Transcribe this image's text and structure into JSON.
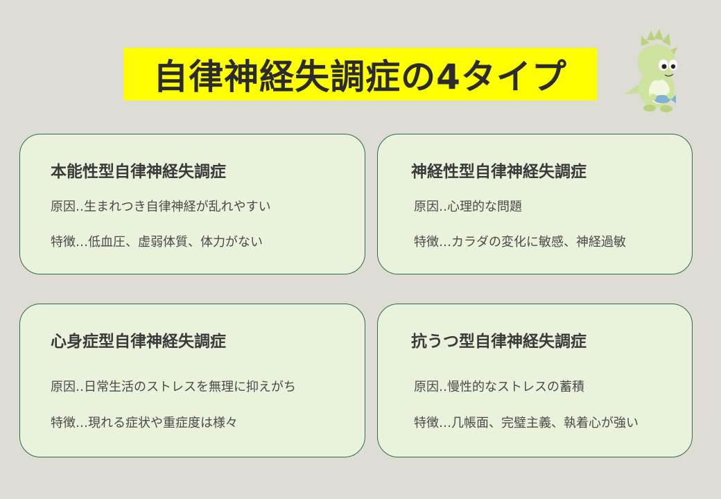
{
  "title": "自律神経失調症の4タイプ",
  "colors": {
    "background": "#dddcd5",
    "title_highlight": "#ffff00",
    "card_fill": "#e9f2db",
    "card_border": "#2f6b4a"
  },
  "mascot": {
    "icon": "dinosaur-mascot-icon"
  },
  "cards": [
    {
      "title": "本能性型自律神経失調症",
      "cause": "原因‥生まれつき自律神経が乱れやすい",
      "feature": "特徴…低血圧、虚弱体質、体力がない"
    },
    {
      "title": "神経性型自律神経失調症",
      "cause": "原因‥心理的な問題",
      "feature": "特徴…カラダの変化に敏感、神経過敏"
    },
    {
      "title": "心身症型自律神経失調症",
      "cause": "原因‥日常生活のストレスを無理に抑えがち",
      "feature": "特徴…現れる症状や重症度は様々"
    },
    {
      "title": "抗うつ型自律神経失調症",
      "cause": "原因‥慢性的なストレスの蓄積",
      "feature": "特徴…几帳面、完璧主義、執着心が強い"
    }
  ]
}
